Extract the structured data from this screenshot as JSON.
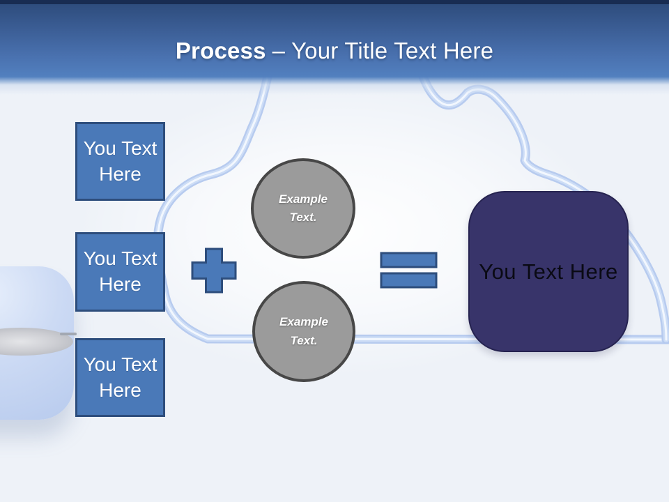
{
  "header": {
    "title_bold": "Process",
    "title_rest": "– Your Title Text Here"
  },
  "inputs": [
    {
      "label": "You Text Here"
    },
    {
      "label": "You Text Here"
    },
    {
      "label": "You Text Here"
    }
  ],
  "operators": {
    "plus": "plus-icon",
    "equals": "equals-icon"
  },
  "examples": [
    {
      "label": "Example Text."
    },
    {
      "label": "Example Text."
    }
  ],
  "result": {
    "label": "You Text Here"
  },
  "colors": {
    "header-top-strip": "#182c52",
    "header-grad-bottom": "#5280bf",
    "body-bg": "#eef2f8",
    "accent-fill": "#4a79b8",
    "accent-border": "#2d4d7c",
    "circle-fill": "#9b9b9b",
    "circle-border": "#474747",
    "result-fill": "#38346a",
    "result-border": "#262350",
    "result-text": "#0a0a14",
    "title-text": "#ffffff",
    "cloud-tube": "#b3c8ee",
    "cloud-tube-mid": "#cdddf6",
    "cloud-tube-core": "#f2f7fe"
  }
}
